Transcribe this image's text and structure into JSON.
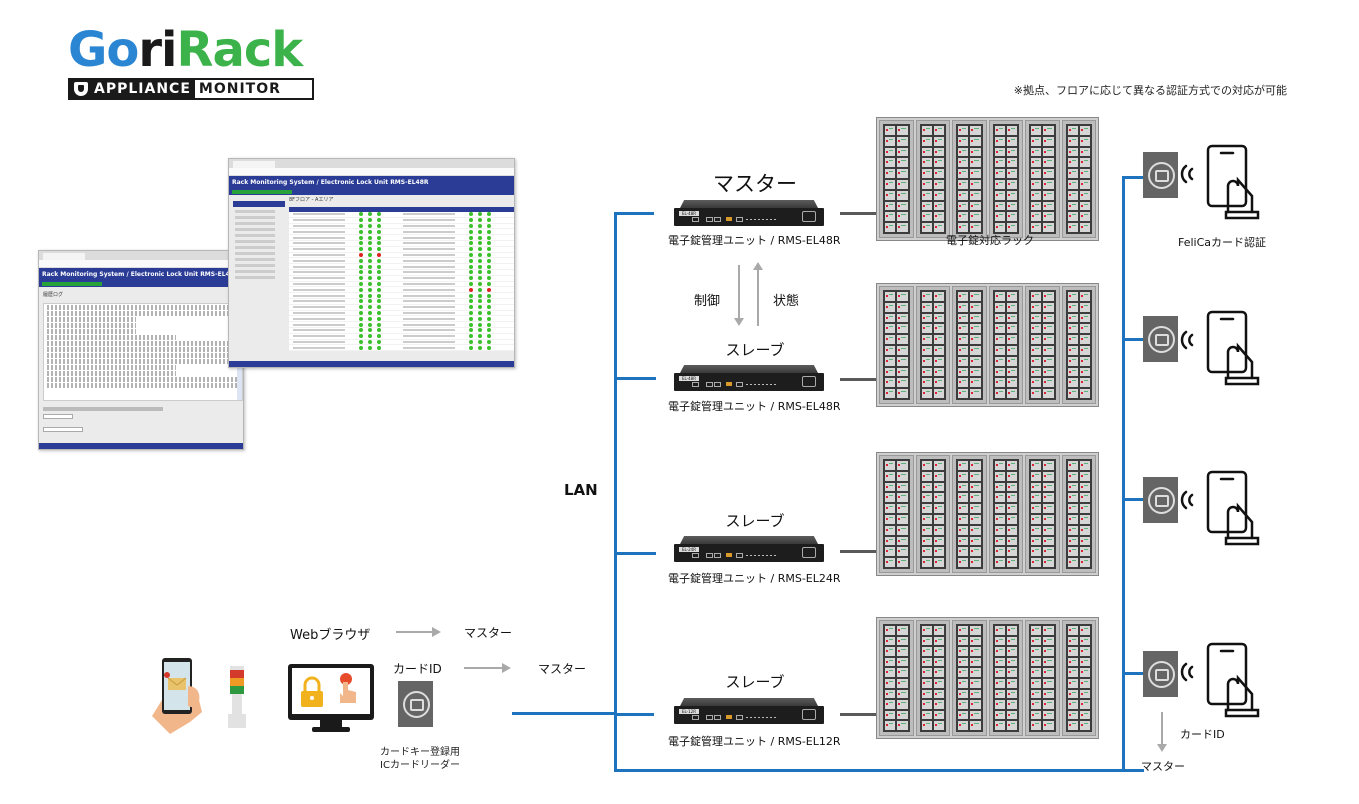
{
  "logo": {
    "word_part1": "Go",
    "word_part2": "ri",
    "word_part3": "Rack",
    "tag_dark": "APPLIANCE",
    "tag_light": "MONITOR",
    "colors": {
      "blue": "#2a86d3",
      "green": "#3bb34a",
      "black": "#1a1a1a"
    }
  },
  "note": "※拠点、フロアに応じて異なる認証方式での対応が可能",
  "screens": {
    "front": {
      "app_title": "Rack Monitoring System / Electronic Lock Unit RMS-EL48R",
      "area_label": "8Fフロア - Aエリア",
      "status_red_rows_left": [
        8
      ],
      "status_red_rows_right": [
        38
      ]
    },
    "back": {
      "app_title": "Rack Monitoring System / Electronic Lock Unit RMS-EL48R",
      "section_label": "履歴ログ"
    }
  },
  "network": {
    "lan_label": "LAN",
    "lan_color": "#1e73be"
  },
  "units": [
    {
      "role": "マスター",
      "model": "電子錠管理ユニット / RMS-EL48R",
      "badge": "EL-48R"
    },
    {
      "role": "スレーブ",
      "model": "電子錠管理ユニット / RMS-EL48R",
      "badge": "EL-48R"
    },
    {
      "role": "スレーブ",
      "model": "電子錠管理ユニット / RMS-EL24R",
      "badge": "EL-24R"
    },
    {
      "role": "スレーブ",
      "model": "電子錠管理ユニット / RMS-EL12R",
      "badge": "EL-12R"
    }
  ],
  "control_flow": {
    "down_label": "制御",
    "up_label": "状態"
  },
  "rack_label": "電子錠対応ラック",
  "felica_label": "FeliCaカード認証",
  "card_id_flow": {
    "label": "カードID",
    "target": "マスター"
  },
  "client_side": {
    "web_browser_label": "Webブラウザ",
    "web_browser_target": "マスター",
    "card_id_label": "カードID",
    "card_id_target": "マスター",
    "reader_caption_line1": "カードキー登録用",
    "reader_caption_line2": "ICカードリーダー"
  }
}
